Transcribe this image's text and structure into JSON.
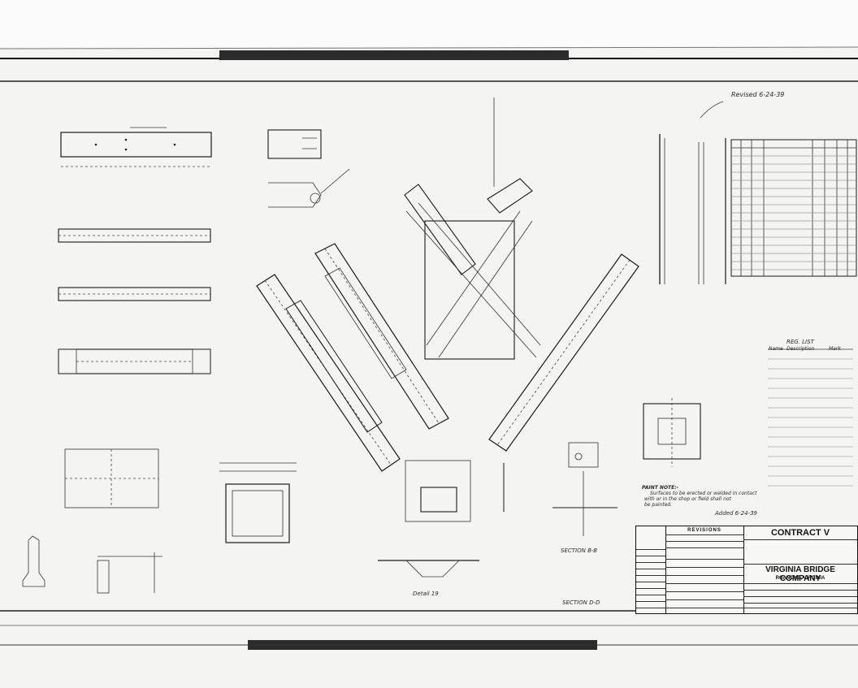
{
  "sheet": {
    "revised_note": "Revised 6-24-39",
    "added_note": "Added 6-24-39",
    "paint_note_title": "PAINT NOTE:-",
    "paint_note_body_1": "Surfaces to be erected or welded in contact",
    "paint_note_body_2": "with or in the shop or field shall not",
    "paint_note_body_3": "be painted."
  },
  "title_block": {
    "contract_label": "CONTRACT V",
    "revisions_label": "REVISIONS",
    "company": "VIRGINIA BRIDGE COMPANY",
    "city": "ROANOKE, VIRGINIA"
  },
  "details": {
    "detail_19": "Detail 19",
    "section_bb": "SECTION B-B",
    "section_dd": "SECTION D-D",
    "reg_list_title": "REG. LIST",
    "reg_list_cols": [
      "Name",
      "Description",
      "Mark"
    ]
  }
}
